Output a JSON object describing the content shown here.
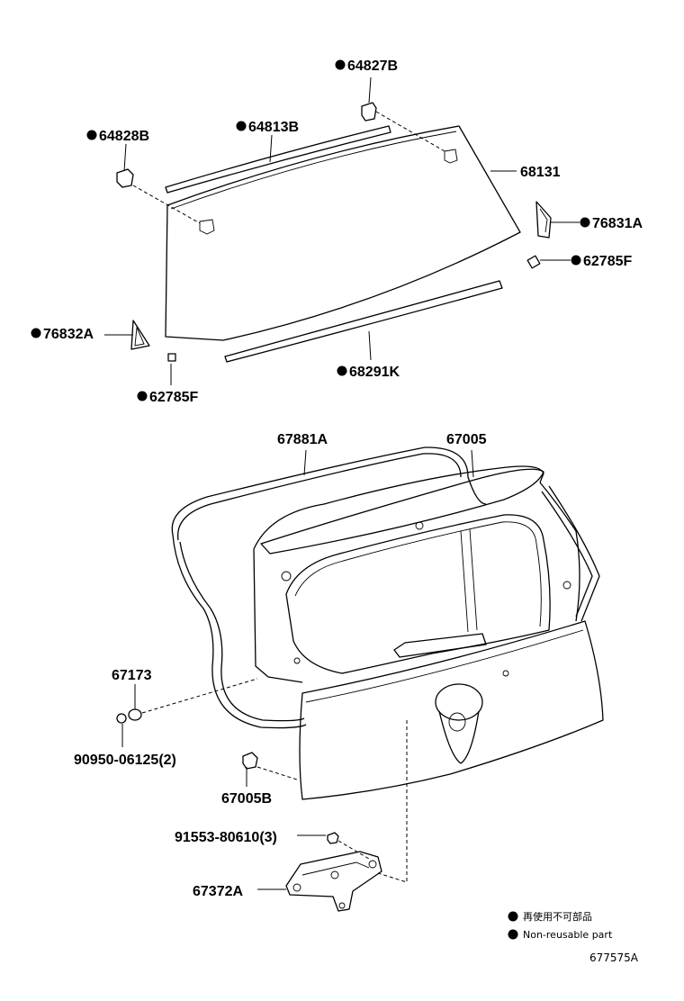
{
  "diagram_id": "677575A",
  "legend": {
    "non_reusable_jp": "再使用不可部品",
    "non_reusable_en": "Non-reusable part"
  },
  "upper_group": {
    "part_64827B": "64827B",
    "part_64828B": "64828B",
    "part_64813B": "64813B",
    "part_68131": "68131",
    "part_76831A": "76831A",
    "part_62785F_right": "62785F",
    "part_76832A": "76832A",
    "part_68291K": "68291K",
    "part_62785F_left": "62785F"
  },
  "lower_group": {
    "part_67881A": "67881A",
    "part_67005": "67005",
    "part_67173": "67173",
    "part_90950": "90950-06125(2)",
    "part_67005B": "67005B",
    "part_91553": "91553-80610(3)",
    "part_67372A": "67372A"
  }
}
